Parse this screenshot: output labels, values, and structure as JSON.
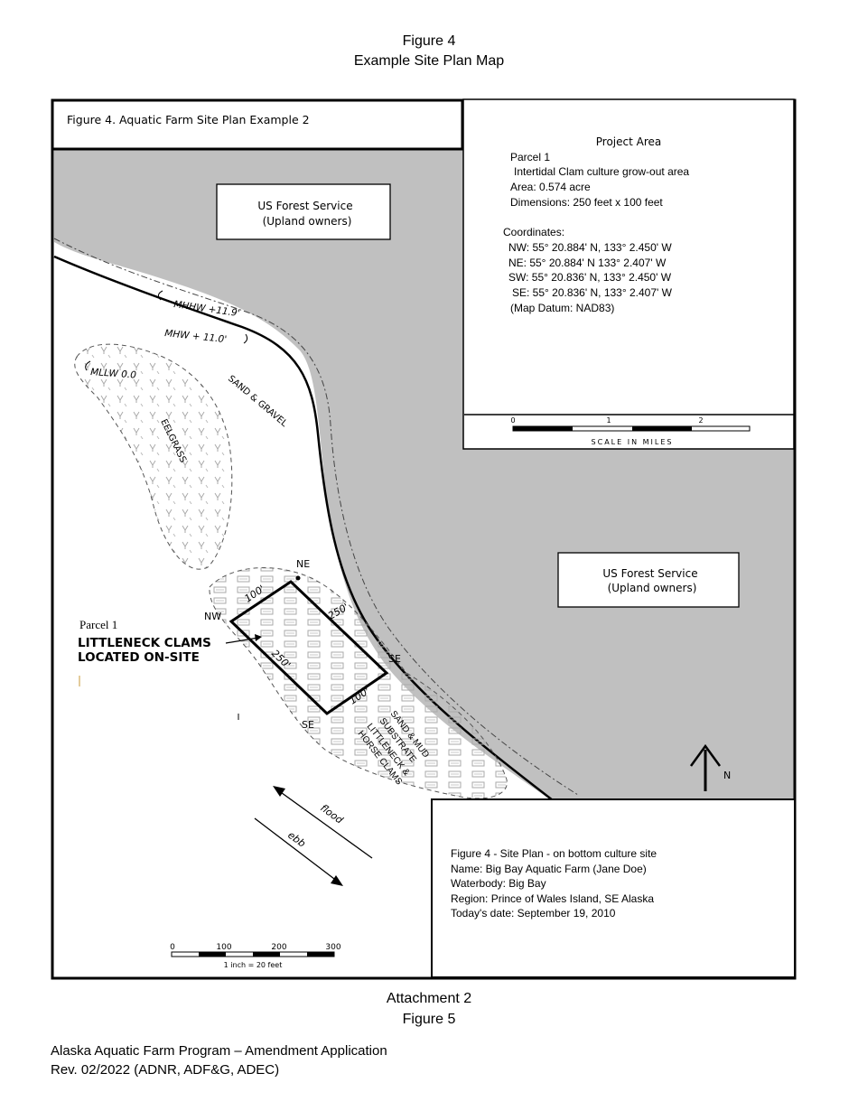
{
  "header": {
    "figure": "Figure 4",
    "subtitle": "Example Site Plan Map"
  },
  "map": {
    "figure_title": "Figure 4. Aquatic Farm Site Plan Example 2",
    "project_area": {
      "title": "Project Area",
      "lines": [
        "Parcel 1",
        "Intertidal Clam culture grow-out area",
        "Area: 0.574 acre",
        "Dimensions: 250 feet x 100 feet",
        "Coordinates:",
        "NW: 55° 20.884' N, 133° 2.450' W",
        "NE: 55° 20.884' N 133° 2.407' W",
        "SW: 55° 20.836' N, 133° 2.450' W",
        "SE: 55° 20.836' N, 133° 2.407' W",
        "(Map Datum:  NAD83)"
      ]
    },
    "scale_miles": {
      "ticks": [
        "0",
        "1",
        "2"
      ],
      "label": "SCALE IN MILES"
    },
    "upland_top": [
      "US Forest  Service",
      "(Upland owners)"
    ],
    "upland_right": [
      "US Forest  Service",
      "(Upland owners)"
    ],
    "tide_labels": {
      "mhhw": "MHHW +11.9'",
      "mhw": "MHW + 11.0'",
      "mllw": "MLLW 0.0"
    },
    "substrate_labels": {
      "sand_gravel": "SAND & GRAVEL",
      "eelgrass": "EELGRASS"
    },
    "corners": {
      "ne": "NE",
      "nw": "NW",
      "se_right": "SE",
      "se_bottom": "SE"
    },
    "dimensions": {
      "top": "100'",
      "right": "250'",
      "left": "250'",
      "bottom": "100'"
    },
    "parcel": {
      "name": "Parcel 1",
      "line1": "LITTLENECK CLAMS",
      "line2": "LOCATED ON-SITE"
    },
    "mud_label": [
      "SAND & MUD",
      "SUBSTRATE",
      "LITTLENECK &",
      "HORSE CLAMS"
    ],
    "currents": {
      "flood": "flood",
      "ebb": "ebb"
    },
    "north": "N",
    "scale_feet": {
      "ticks": [
        "0",
        "100",
        "200",
        "300"
      ],
      "label": "1 inch = 20 feet"
    },
    "info_box": {
      "lines": [
        "Figure 4 - Site Plan - on bottom culture site",
        "Name: Big Bay Aquatic Farm (Jane Doe)",
        "Waterbody: Big Bay",
        "Region: Prince of Wales Island, SE Alaska",
        "Today's date: September 19, 2010"
      ]
    }
  },
  "attachment": {
    "line1": "Attachment 2",
    "line2": "Figure 5"
  },
  "footer": {
    "line1": "Alaska Aquatic Farm Program – Amendment Application",
    "line2": "Rev. 02/2022 (ADNR, ADF&G, ADEC)"
  }
}
